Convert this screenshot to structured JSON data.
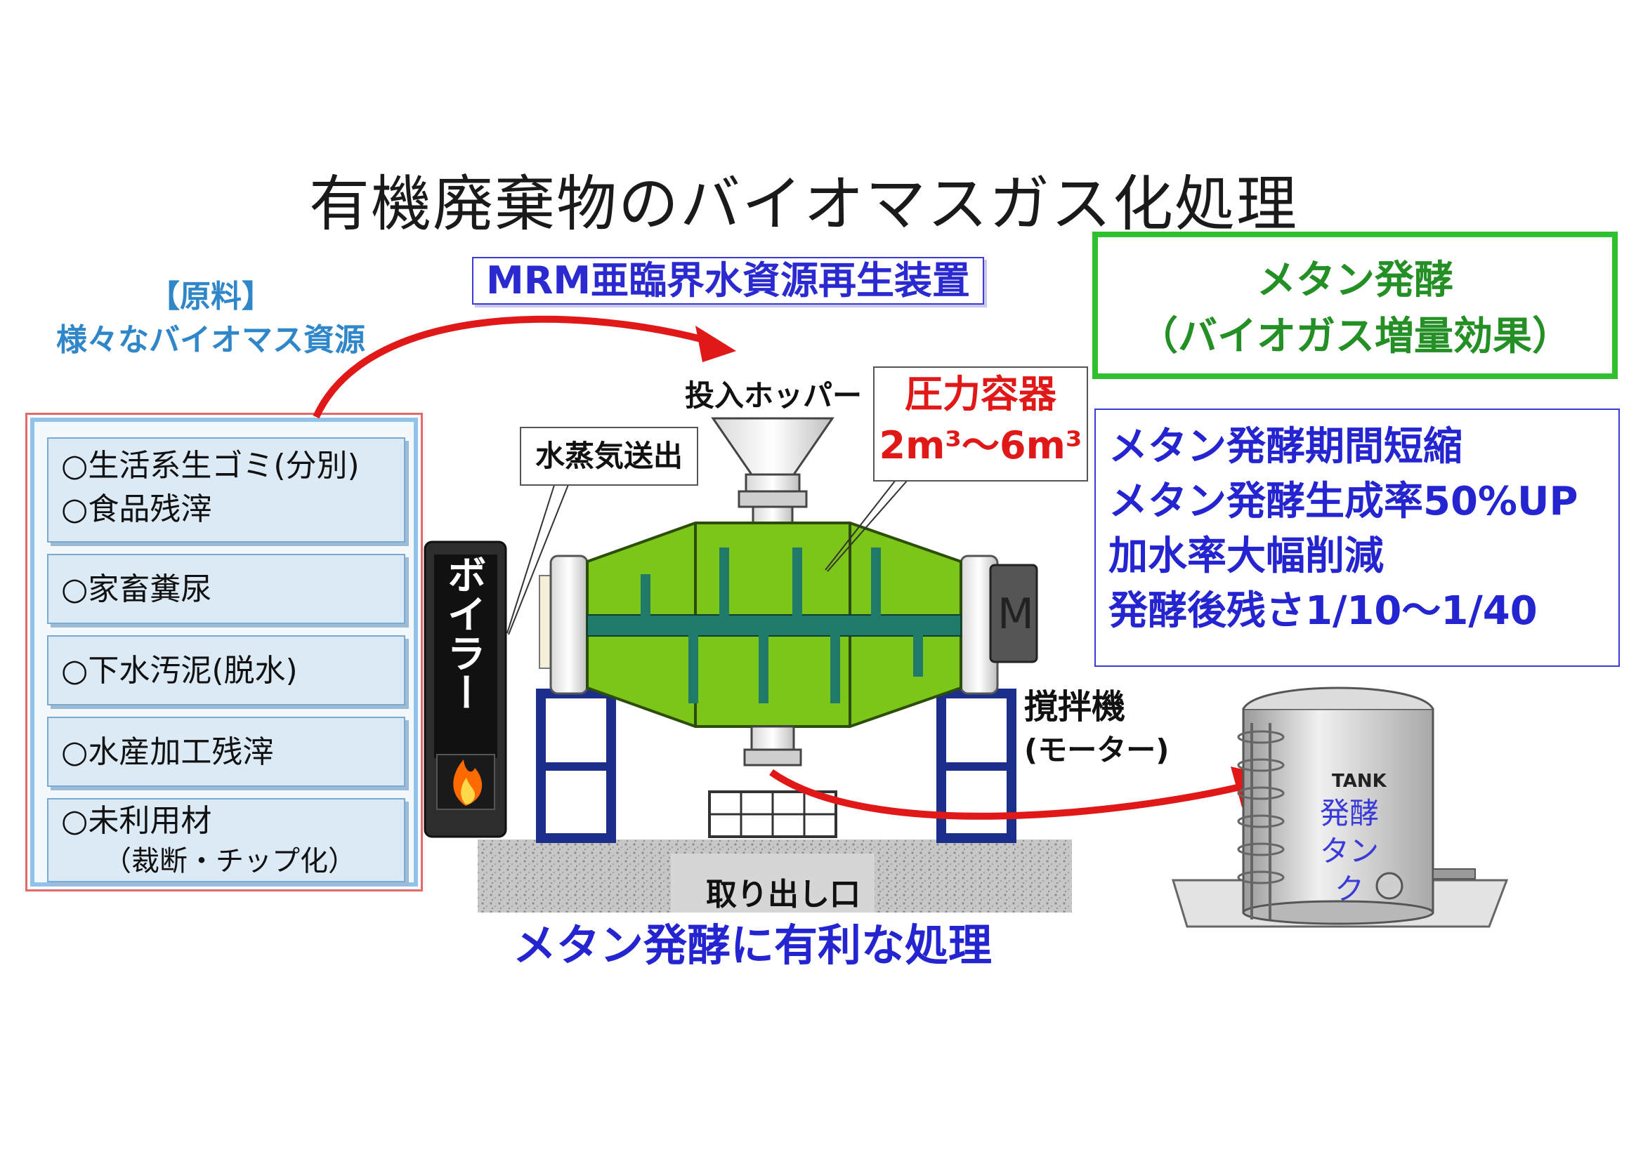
{
  "title": "有機廃棄物のバイオマスガス化処理",
  "materials": {
    "heading_line1": "【原料】",
    "heading_line2": "様々なバイオマス資源",
    "items": [
      {
        "line1": "○生活系生ゴミ(分別)",
        "line2": "○食品残滓"
      },
      {
        "line1": "○家畜糞尿",
        "line2": ""
      },
      {
        "line1": "○下水汚泥(脱水)",
        "line2": ""
      },
      {
        "line1": "○水産加工残滓",
        "line2": ""
      },
      {
        "line1": "○未利用材",
        "line2": "　　（裁断・チップ化）"
      }
    ]
  },
  "device_label": "MRM亜臨界水資源再生装置",
  "labels": {
    "hopper": "投入ホッパー",
    "steam": "水蒸気送出",
    "pressure_vessel": "圧力容器",
    "pressure_range": "2m³～6m³",
    "boiler": "ボイラー",
    "motor_symbol": "M",
    "stirrer": "撹拌機",
    "stirrer_sub": "(モーター)",
    "outlet": "取り出し口",
    "tank_en": "TANK",
    "tank_jp1": "発酵",
    "tank_jp2": "タンク"
  },
  "fermentation_box": {
    "line1": "メタン発酵",
    "line2": "（バイオガス増量効果）"
  },
  "effects": [
    "メタン発酵期間短縮",
    "メタン発酵生成率50%UP",
    "加水率大幅削減",
    "発酵後残さ1/10～1/40"
  ],
  "bottom_caption": "メタン発酵に有利な処理",
  "colors": {
    "accent_blue": "#2424d0",
    "material_blue": "#2f86c8",
    "green_border": "#2fbf2f",
    "pressure_red": "#e01818",
    "drum_green": "#7cc61a"
  }
}
